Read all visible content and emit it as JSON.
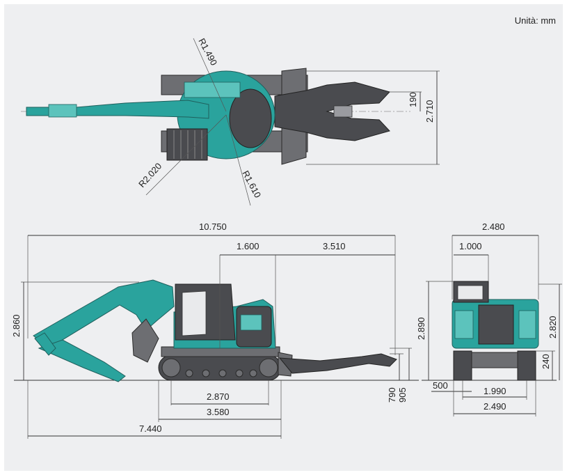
{
  "unit_label": "Unità: mm",
  "top_view": {
    "radius_front": "R1.490",
    "radius_rear_left": "R2.020",
    "radius_rear_right": "R1.610",
    "width_track_offset": "190",
    "overall_width": "2.710"
  },
  "side_view": {
    "overall_length": "10.750",
    "cab_to_center": "1.600",
    "center_to_tip": "3.510",
    "overall_height": "2.860",
    "tumbler_distance": "2.870",
    "track_length": "3.580",
    "tail_to_front": "7.440",
    "ground_clearance_a": "790",
    "ground_clearance_b": "905"
  },
  "front_view": {
    "overall_width": "2.480",
    "cab_width": "1.000",
    "overall_height": "2.890",
    "counterweight_height": "2.820",
    "track_height": "240",
    "shoe_width": "500",
    "track_gauge": "1.990",
    "track_overall_width": "2.490"
  },
  "colors": {
    "body": "#2aa39d",
    "attachment": "#4a4b4f",
    "background": "#eeeff1"
  }
}
